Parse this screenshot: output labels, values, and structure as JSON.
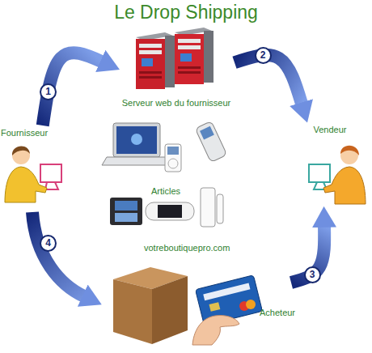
{
  "diagram": {
    "title": "Le Drop Shipping",
    "nodes": [
      {
        "text": [
          "Fournisseur"
        ]
      },
      {
        "text": [
          "Serveur web du fournisseur"
        ]
      },
      {
        "text": [
          "Vendeur"
        ]
      },
      {
        "text": [
          "Articles"
        ]
      },
      {
        "text": [
          "Acheteur"
        ]
      }
    ],
    "edges": [
      {
        "from": 0,
        "to": 1,
        "arrow": "to",
        "label": "1"
      },
      {
        "from": 1,
        "to": 2,
        "arrow": "to",
        "label": "2"
      },
      {
        "from": 4,
        "to": 2,
        "arrow": "to",
        "label": "3"
      }
    ],
    "labels": [
      "votreboutiquepro.com",
      "4"
    ]
  }
}
